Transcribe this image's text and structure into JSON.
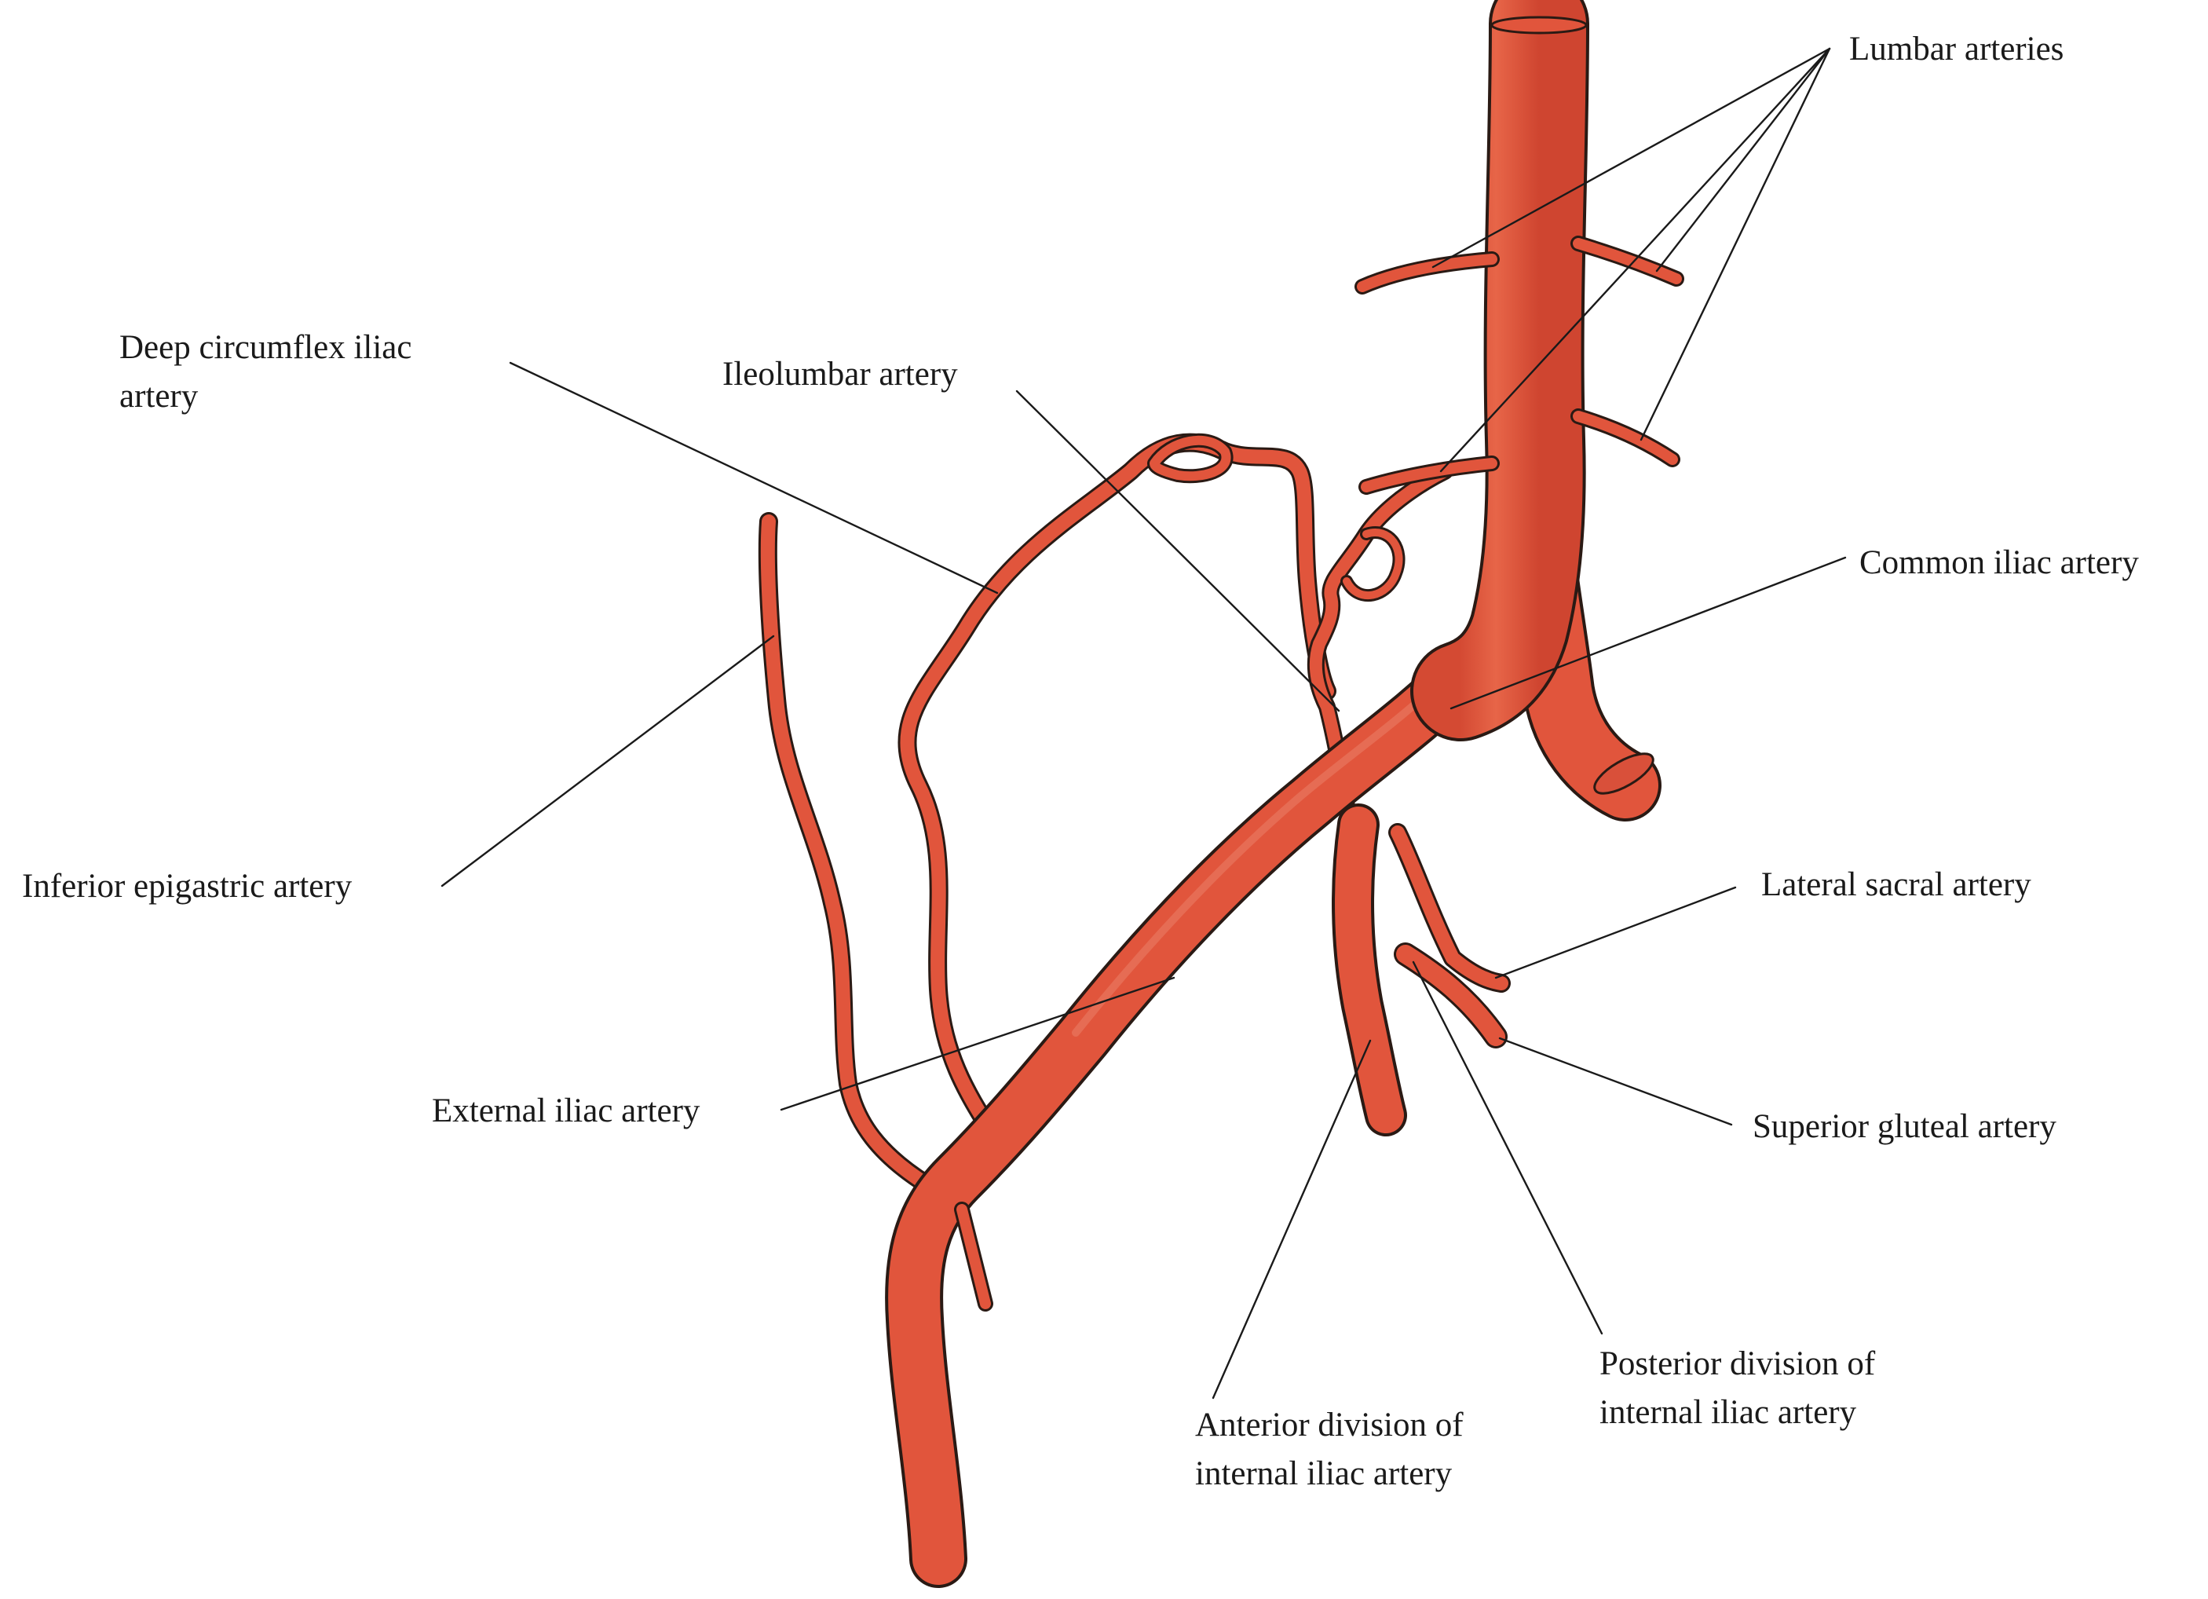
{
  "figure": {
    "colors": {
      "artery": "#e1553c",
      "artery_highlight": "#ee8a70",
      "artery_shadow": "#b63e2a",
      "outline": "#2a1a14",
      "label": "#1a1a1a",
      "background": "#ffffff"
    },
    "labels": {
      "lumbar_arteries": "Lumbar arteries",
      "deep_circumflex_line1": "Deep circumflex iliac",
      "deep_circumflex_line2": "artery",
      "ileolumbar": "Ileolumbar artery",
      "common_iliac": "Common iliac artery",
      "inferior_epigastric": "Inferior epigastric artery",
      "lateral_sacral": "Lateral sacral artery",
      "external_iliac": "External iliac artery",
      "superior_gluteal": "Superior gluteal artery",
      "posterior_division_line1": "Posterior division of",
      "posterior_division_line2": "internal iliac artery",
      "anterior_division_line1": "Anterior division of",
      "anterior_division_line2": "internal iliac artery"
    }
  }
}
